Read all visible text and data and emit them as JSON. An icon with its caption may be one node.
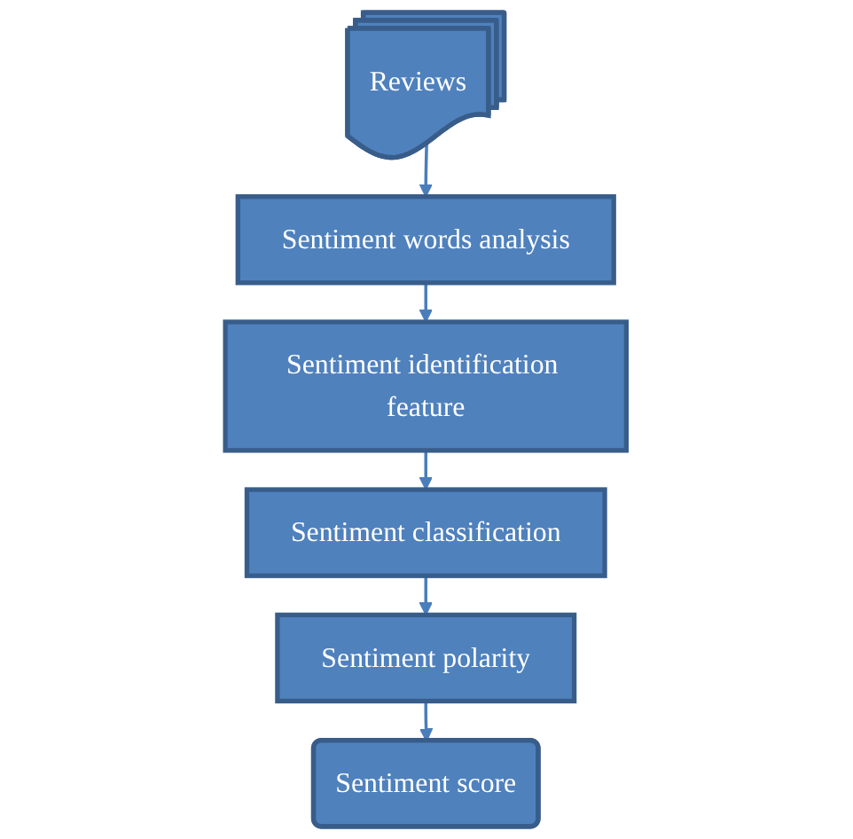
{
  "diagram": {
    "nodes": [
      {
        "text": [
          "Reviews"
        ]
      },
      {
        "text": [
          "Sentiment words analysis"
        ]
      },
      {
        "text": [
          "Sentiment identification feature"
        ]
      },
      {
        "text": [
          "Sentiment classification"
        ]
      },
      {
        "text": [
          "Sentiment polarity"
        ]
      },
      {
        "text": [
          "Sentiment score"
        ]
      }
    ],
    "edges": [
      {
        "from": 0,
        "to": 1,
        "arrow": "to"
      },
      {
        "from": 1,
        "to": 2,
        "arrow": "to"
      },
      {
        "from": 2,
        "to": 3,
        "arrow": "to"
      },
      {
        "from": 3,
        "to": 4,
        "arrow": "to"
      },
      {
        "from": 4,
        "to": 5,
        "arrow": "to"
      }
    ]
  }
}
